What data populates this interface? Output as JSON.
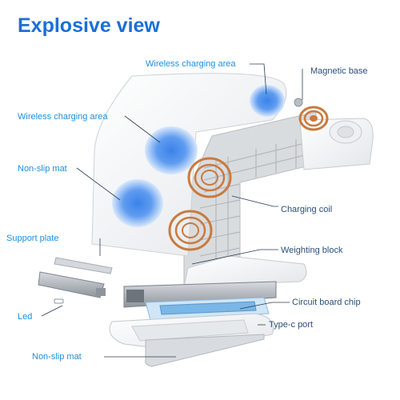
{
  "title": "Explosive view",
  "labels": {
    "wireless_top": "Wireless charging area",
    "magnetic_base": "Magnetic base",
    "wireless_left": "Wireless charging area",
    "nonslip_top": "Non-slip mat",
    "charging_coil": "Charging coil",
    "support_plate": "Support plate",
    "weighting_block": "Weighting block",
    "circuit_chip": "Circuit board chip",
    "led": "Led",
    "typec_port": "Type-c port",
    "nonslip_bottom": "Non-slip mat"
  },
  "colors": {
    "title": "#1a6fd8",
    "label": "#1d8fe0",
    "label_dark": "#2a4e7c",
    "glow": "#3b82e8",
    "coil": "#c97a3e"
  }
}
